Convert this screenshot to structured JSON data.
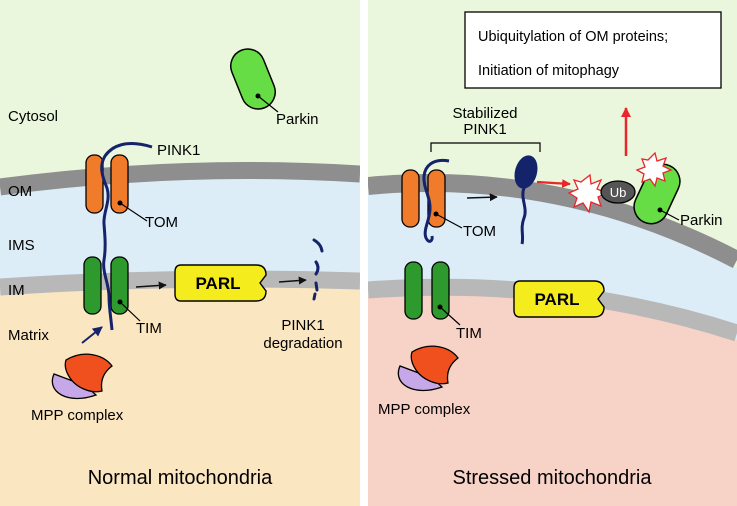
{
  "left_panel": {
    "caption": "Normal mitochondria",
    "labels": {
      "cytosol": "Cytosol",
      "om": "OM",
      "ims": "IMS",
      "im": "IM",
      "matrix": "Matrix",
      "pink1": "PINK1",
      "parkin": "Parkin",
      "tom": "TOM",
      "tim": "TIM",
      "parl": "PARL",
      "mpp": "MPP complex",
      "degradation_line1": "PINK1",
      "degradation_line2": "degradation"
    }
  },
  "right_panel": {
    "caption": "Stressed mitochondria",
    "box_line1": "Ubiquitylation of OM proteins;",
    "box_line2": "Initiation of mitophagy",
    "labels": {
      "stabilized_line1": "Stabilized",
      "stabilized_line2": "PINK1",
      "tom": "TOM",
      "tim": "TIM",
      "parl": "PARL",
      "parkin": "Parkin",
      "ub": "Ub",
      "mpp": "MPP complex"
    }
  },
  "colors": {
    "cytosol_bg": "#eaf7dc",
    "ims_bg": "#dcedf8",
    "matrix_left": "#fbe6c2",
    "matrix_right": "#f7d2c6",
    "membrane": "#8e8e8e",
    "im_membrane": "#b8b8b8",
    "tom": "#f07b2a",
    "tim": "#2e9a2e",
    "parl": "#f5ec1e",
    "parkin": "#66dd44",
    "pink1": "#15236b",
    "mpp_red": "#f0501e",
    "mpp_lilac": "#c6a7e8",
    "arrow_red": "#e8262b"
  }
}
